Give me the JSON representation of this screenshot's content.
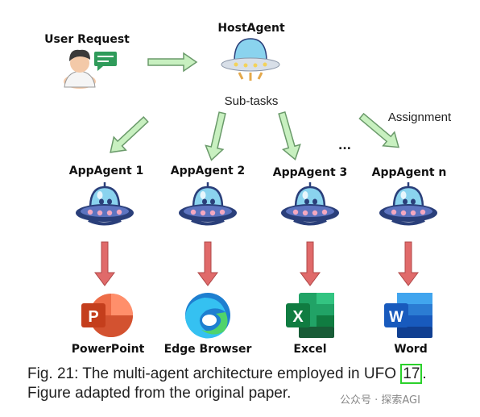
{
  "user": {
    "label": "User Request"
  },
  "host": {
    "label": "HostAgent",
    "subtasks_label": "Sub-tasks",
    "assignment_label": "Assignment",
    "ellipsis": "..."
  },
  "agents": [
    {
      "label": "AppAgent 1",
      "app": "PowerPoint",
      "icon": "powerpoint-icon"
    },
    {
      "label": "AppAgent 2",
      "app": "Edge Browser",
      "icon": "edge-icon"
    },
    {
      "label": "AppAgent 3",
      "app": "Excel",
      "icon": "excel-icon"
    },
    {
      "label": "AppAgent n",
      "app": "Word",
      "icon": "word-icon"
    }
  ],
  "caption": {
    "line1_pre": "Fig. 21: The multi-agent architecture employed in UFO ",
    "ref": "17",
    "line1_post": ".",
    "line2": "Figure adapted from the original paper."
  },
  "watermark": {
    "text": "公众号 · 探索AGI"
  },
  "colors": {
    "arrow_green": "#c8f0c0",
    "arrow_green_stroke": "#6a9a6a",
    "arrow_red": "#e06a6a",
    "ufo_blue": "#2a3f7a",
    "ufo_dome": "#8ad3ee",
    "accent_green": "#2bd12b"
  }
}
